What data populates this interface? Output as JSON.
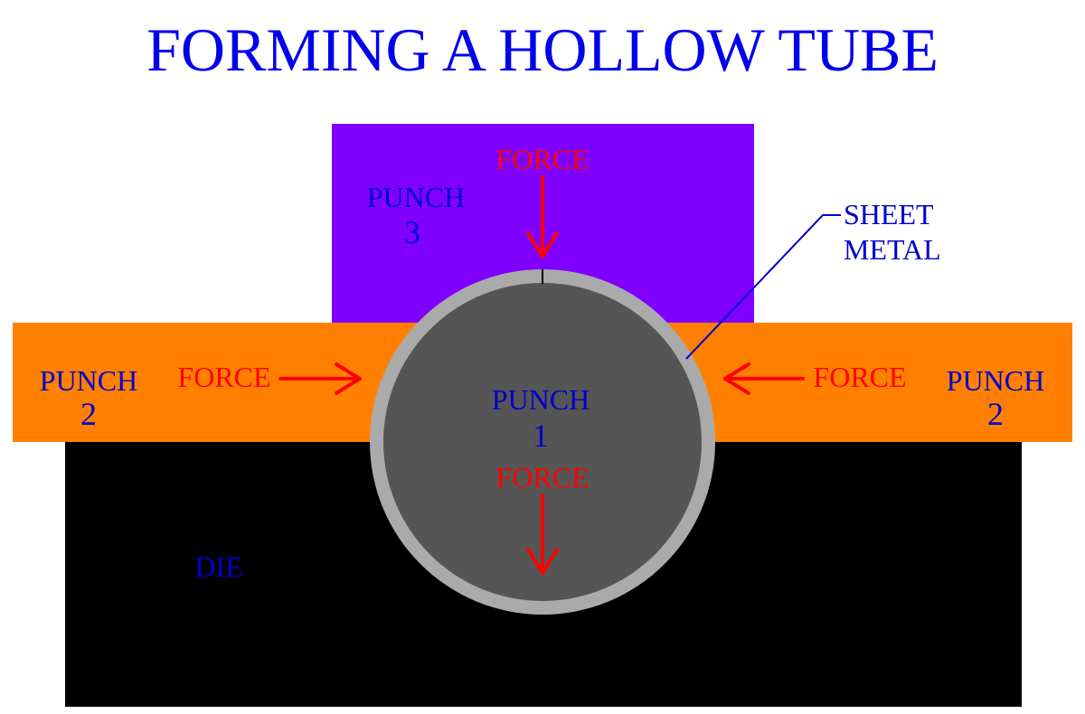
{
  "title": "FORMING A HOLLOW TUBE",
  "parts": {
    "punch3": {
      "name": "PUNCH",
      "number": "3"
    },
    "punch2_left": {
      "name": "PUNCH",
      "number": "2"
    },
    "punch2_right": {
      "name": "PUNCH",
      "number": "2"
    },
    "punch1": {
      "name": "PUNCH",
      "number": "1"
    },
    "die": {
      "name": "DIE"
    },
    "sheet_metal": {
      "line1": "SHEET",
      "line2": "METAL"
    }
  },
  "forces": {
    "top": "FORCE",
    "left": "FORCE",
    "right": "FORCE",
    "bottom": "FORCE"
  },
  "colors": {
    "title": "#0000ee",
    "label": "#0000cc",
    "force": "#ff0000",
    "punch3": "#8000ff",
    "punch2": "#ff8000",
    "die": "#000000",
    "sheet_metal": "#aaaaaa",
    "punch1": "#555555"
  }
}
